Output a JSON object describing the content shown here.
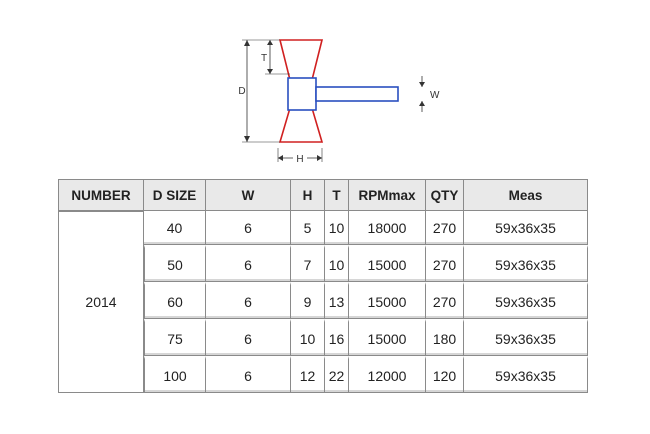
{
  "diagram": {
    "labels": {
      "t": "T",
      "d": "D",
      "w": "W",
      "h": "H"
    }
  },
  "table": {
    "headers": [
      "NUMBER",
      "D SIZE",
      "W",
      "H",
      "T",
      "RPMmax",
      "QTY",
      "Meas"
    ],
    "number": "2014",
    "rows": [
      [
        "40",
        "6",
        "5",
        "10",
        "18000",
        "270",
        "59x36x35"
      ],
      [
        "50",
        "6",
        "7",
        "10",
        "15000",
        "270",
        "59x36x35"
      ],
      [
        "60",
        "6",
        "9",
        "13",
        "15000",
        "270",
        "59x36x35"
      ],
      [
        "75",
        "6",
        "10",
        "16",
        "15000",
        "180",
        "59x36x35"
      ],
      [
        "100",
        "6",
        "12",
        "22",
        "12000",
        "120",
        "59x36x35"
      ]
    ]
  },
  "colors": {
    "red_outline": "#d02020",
    "blue_outline": "#2a4fc0",
    "header_bg": "#e9e9e9"
  }
}
